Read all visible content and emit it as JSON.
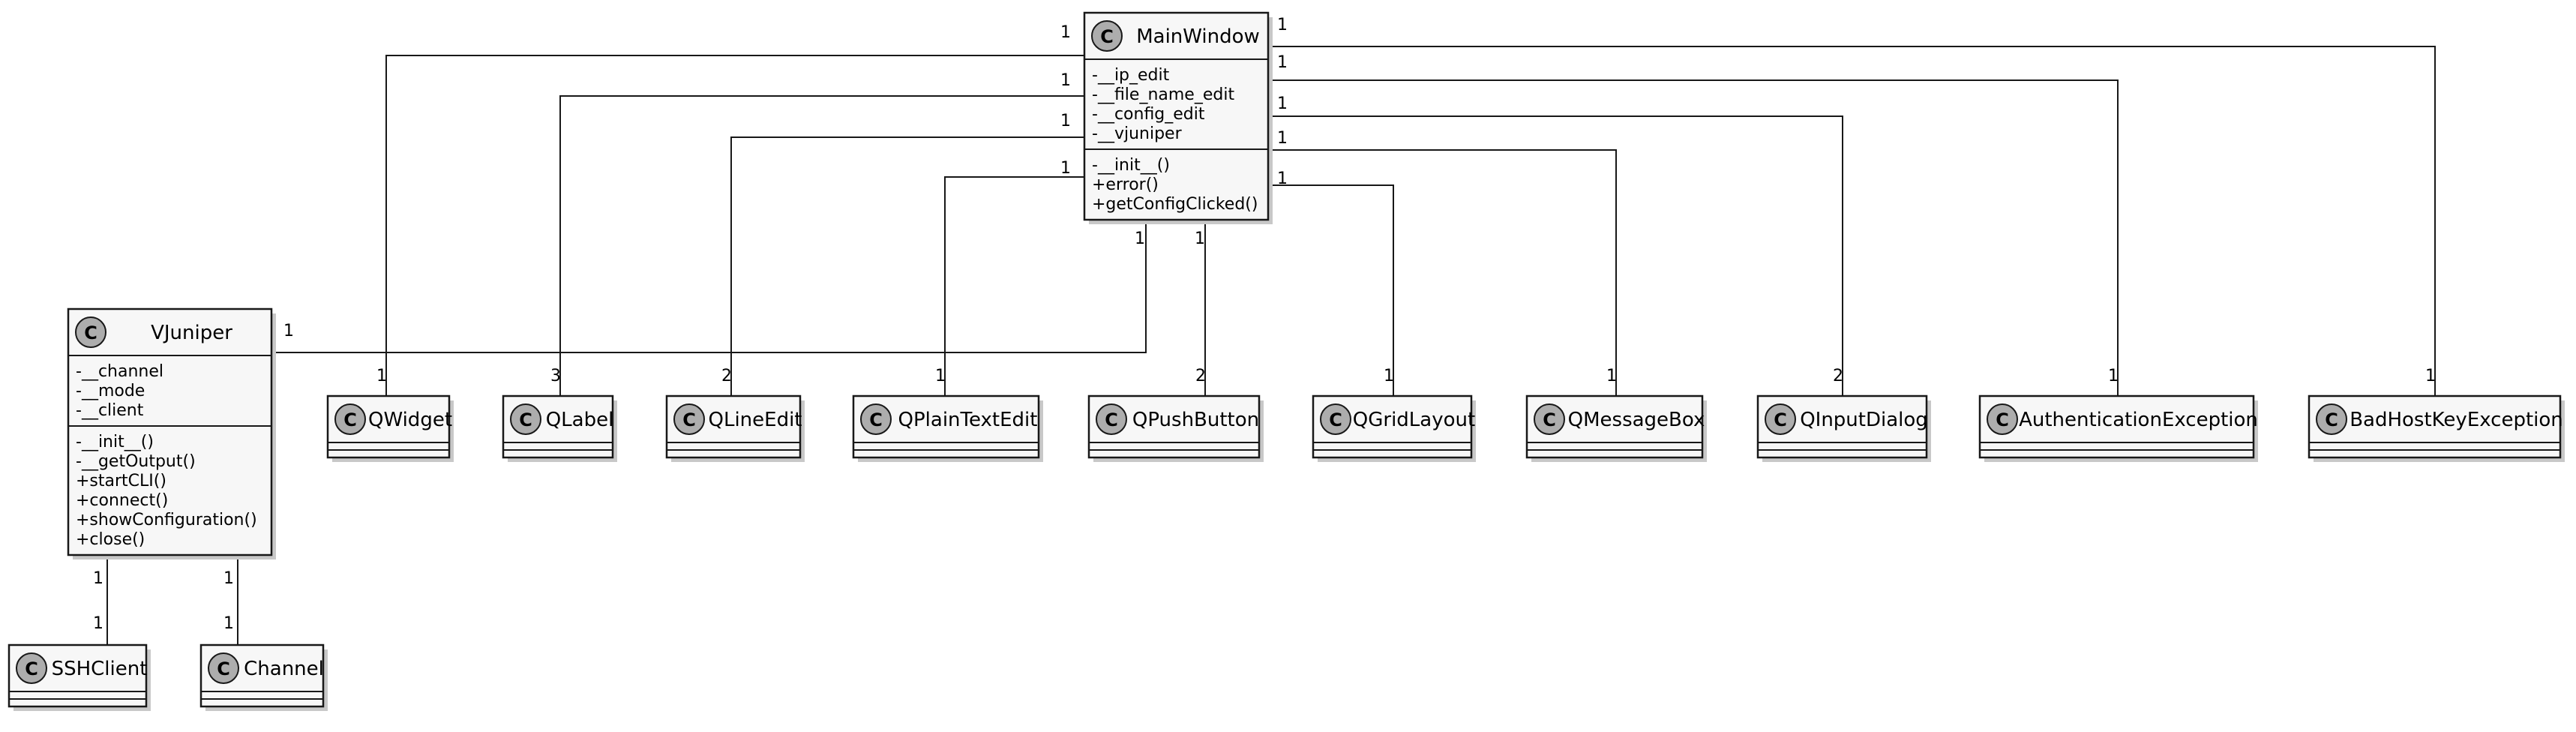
{
  "diagram": {
    "classes": [
      {
        "id": "mainwindow",
        "name": "MainWindow",
        "attributes": [
          "-__ip_edit",
          "-__file_name_edit",
          "-__config_edit",
          "-__vjuniper"
        ],
        "methods": [
          "-__init__()",
          "+error()",
          "+getConfigClicked()"
        ]
      },
      {
        "id": "vjuniper",
        "name": "VJuniper",
        "attributes": [
          "-__channel",
          "-__mode",
          "-__client"
        ],
        "methods": [
          "-__init__()",
          "-__getOutput()",
          "+startCLI()",
          "+connect()",
          "+showConfiguration()",
          "+close()"
        ]
      },
      {
        "id": "qwidget",
        "name": "QWidget",
        "attributes": [],
        "methods": []
      },
      {
        "id": "qlabel",
        "name": "QLabel",
        "attributes": [],
        "methods": []
      },
      {
        "id": "qlineedit",
        "name": "QLineEdit",
        "attributes": [],
        "methods": []
      },
      {
        "id": "qplaintextedit",
        "name": "QPlainTextEdit",
        "attributes": [],
        "methods": []
      },
      {
        "id": "qpushbutton",
        "name": "QPushButton",
        "attributes": [],
        "methods": []
      },
      {
        "id": "qgridlayout",
        "name": "QGridLayout",
        "attributes": [],
        "methods": []
      },
      {
        "id": "qmessagebox",
        "name": "QMessageBox",
        "attributes": [],
        "methods": []
      },
      {
        "id": "qinputdialog",
        "name": "QInputDialog",
        "attributes": [],
        "methods": []
      },
      {
        "id": "authenticationexception",
        "name": "AuthenticationException",
        "attributes": [],
        "methods": []
      },
      {
        "id": "badhostkeyexception",
        "name": "BadHostKeyException",
        "attributes": [],
        "methods": []
      },
      {
        "id": "sshclient",
        "name": "SSHClient",
        "attributes": [],
        "methods": []
      },
      {
        "id": "channel",
        "name": "Channel",
        "attributes": [],
        "methods": []
      }
    ],
    "stereotype_letter": "C",
    "associations": [
      {
        "from": "mainwindow",
        "to": "qwidget",
        "from_mult": "1",
        "to_mult": "1"
      },
      {
        "from": "mainwindow",
        "to": "qlabel",
        "from_mult": "1",
        "to_mult": "3"
      },
      {
        "from": "mainwindow",
        "to": "qlineedit",
        "from_mult": "1",
        "to_mult": "2"
      },
      {
        "from": "mainwindow",
        "to": "qplaintextedit",
        "from_mult": "1",
        "to_mult": "1"
      },
      {
        "from": "mainwindow",
        "to": "vjuniper",
        "from_mult": "1",
        "to_mult": "1"
      },
      {
        "from": "mainwindow",
        "to": "qpushbutton",
        "from_mult": "1",
        "to_mult": "2"
      },
      {
        "from": "mainwindow",
        "to": "badhostkeyexception",
        "from_mult": "1",
        "to_mult": "1"
      },
      {
        "from": "mainwindow",
        "to": "authenticationexception",
        "from_mult": "1",
        "to_mult": "1"
      },
      {
        "from": "mainwindow",
        "to": "qinputdialog",
        "from_mult": "1",
        "to_mult": "2"
      },
      {
        "from": "mainwindow",
        "to": "qmessagebox",
        "from_mult": "1",
        "to_mult": "1"
      },
      {
        "from": "mainwindow",
        "to": "qgridlayout",
        "from_mult": "1",
        "to_mult": "1"
      },
      {
        "from": "vjuniper",
        "to": "sshclient",
        "from_mult": "1",
        "to_mult": "1"
      },
      {
        "from": "vjuniper",
        "to": "channel",
        "from_mult": "1",
        "to_mult": "1"
      }
    ],
    "colors": {
      "class_fill": "#f7f7f7",
      "border": "#181818",
      "badge_fill": "#adadad",
      "shadow": "#c8c8c8",
      "line": "#181818"
    }
  }
}
